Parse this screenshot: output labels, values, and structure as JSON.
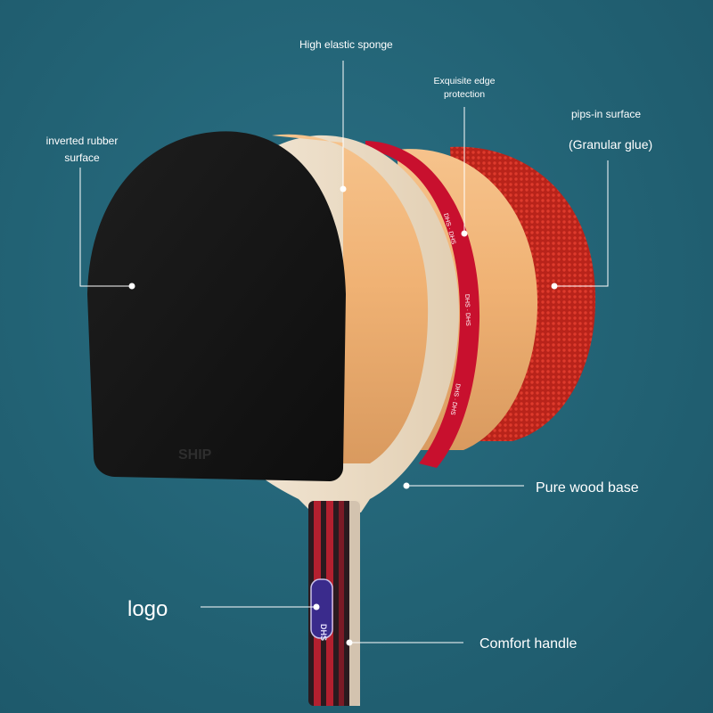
{
  "labels": {
    "inverted_line1": "inverted rubber",
    "inverted_line2": "surface",
    "sponge": "High elastic sponge",
    "edge_line1": "Exquisite edge",
    "edge_line2": "protection",
    "pips": "pips-in surface",
    "glue": "(Granular glue)",
    "wood": "Pure wood base",
    "logo": "logo",
    "handle": "Comfort handle"
  },
  "brand": {
    "rubber_mark": "SHIP",
    "handle_badge": "DHS"
  },
  "colors": {
    "background": "#225f73",
    "black_rubber": "#151515",
    "sponge": "#f2b77a",
    "wood": "#eadbc6",
    "edge_tape": "#c8102e",
    "red_rubber": "#c6261c",
    "handle_dark": "#2a1a1f",
    "handle_stripe": "#b3202f",
    "badge": "#3a2b8c",
    "callout": "#ffffff"
  }
}
